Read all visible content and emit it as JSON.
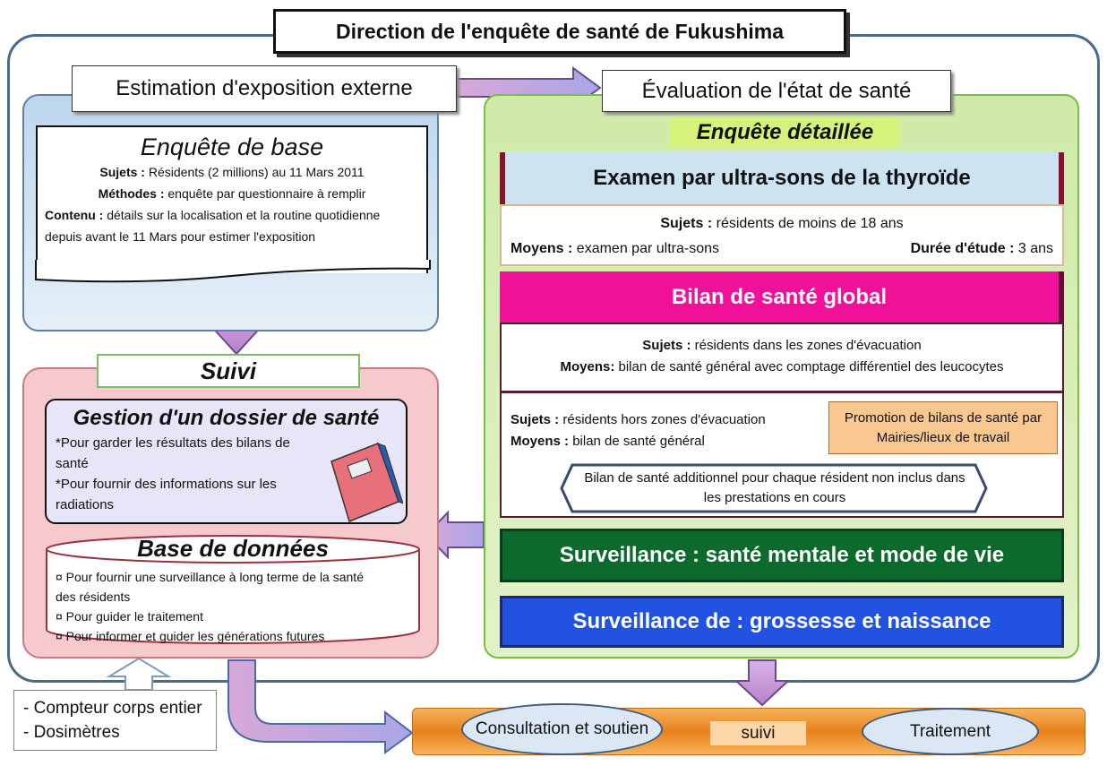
{
  "title": "Direction de l'enquête de santé de Fukushima",
  "external_exposure": {
    "header": "Estimation d'exposition externe",
    "base_survey": {
      "title": "Enquête de base",
      "subjects_label": "Sujets :",
      "subjects": "Résidents (2 millions) au 11 Mars 2011",
      "methods_label": "Méthodes :",
      "methods": "enquête par questionnaire à remplir",
      "content_label": "Contenu :",
      "content": "détails sur la localisation et la routine quotidienne depuis avant le 11 Mars pour estimer l'exposition"
    }
  },
  "followup": {
    "label": "Suivi",
    "record": {
      "title": "Gestion d'un dossier de santé",
      "items": [
        "*Pour garder les résultats des bilans de santé",
        "*Pour fournir des informations sur les radiations"
      ]
    },
    "database": {
      "title": "Base de données",
      "items": [
        "¤ Pour fournir une surveillance à long terme de la santé des résidents",
        "¤ Pour guider le traitement",
        "¤ Pour informer et guider les générations futures"
      ]
    }
  },
  "health_eval": {
    "header": "Évaluation de l'état de santé",
    "detailed": "Enquête détaillée",
    "thyroid": {
      "title": "Examen par ultra-sons de la thyroïde",
      "subjects_label": "Sujets :",
      "subjects": "résidents de moins de 18 ans",
      "means_label": "Moyens :",
      "means": "examen par ultra-sons",
      "duration_label": "Durée d'étude :",
      "duration": "3 ans"
    },
    "global": {
      "title": "Bilan de santé global",
      "in_zone": {
        "subjects_label": "Sujets :",
        "subjects": "résidents dans les zones d'évacuation",
        "means_label": "Moyens:",
        "means": "bilan de santé général avec comptage différentiel des leucocytes"
      },
      "out_zone": {
        "subjects_label": "Sujets :",
        "subjects": "résidents hors zones d'évacuation",
        "means_label": "Moyens :",
        "means": "bilan de santé général"
      },
      "promotion": "Promotion de bilans de santé par Mairies/lieux de travail",
      "additional": "Bilan de santé additionnel pour chaque résident non inclus dans les prestations en cours"
    },
    "mental": "Surveillance : santé mentale et mode de vie",
    "pregnancy": "Surveillance de : grossesse et naissance"
  },
  "bottom": {
    "consultation": "Consultation et soutien",
    "suivi": "suivi",
    "treatment": "Traitement",
    "instruments": [
      "- Compteur corps entier",
      "- Dosimètres"
    ]
  }
}
